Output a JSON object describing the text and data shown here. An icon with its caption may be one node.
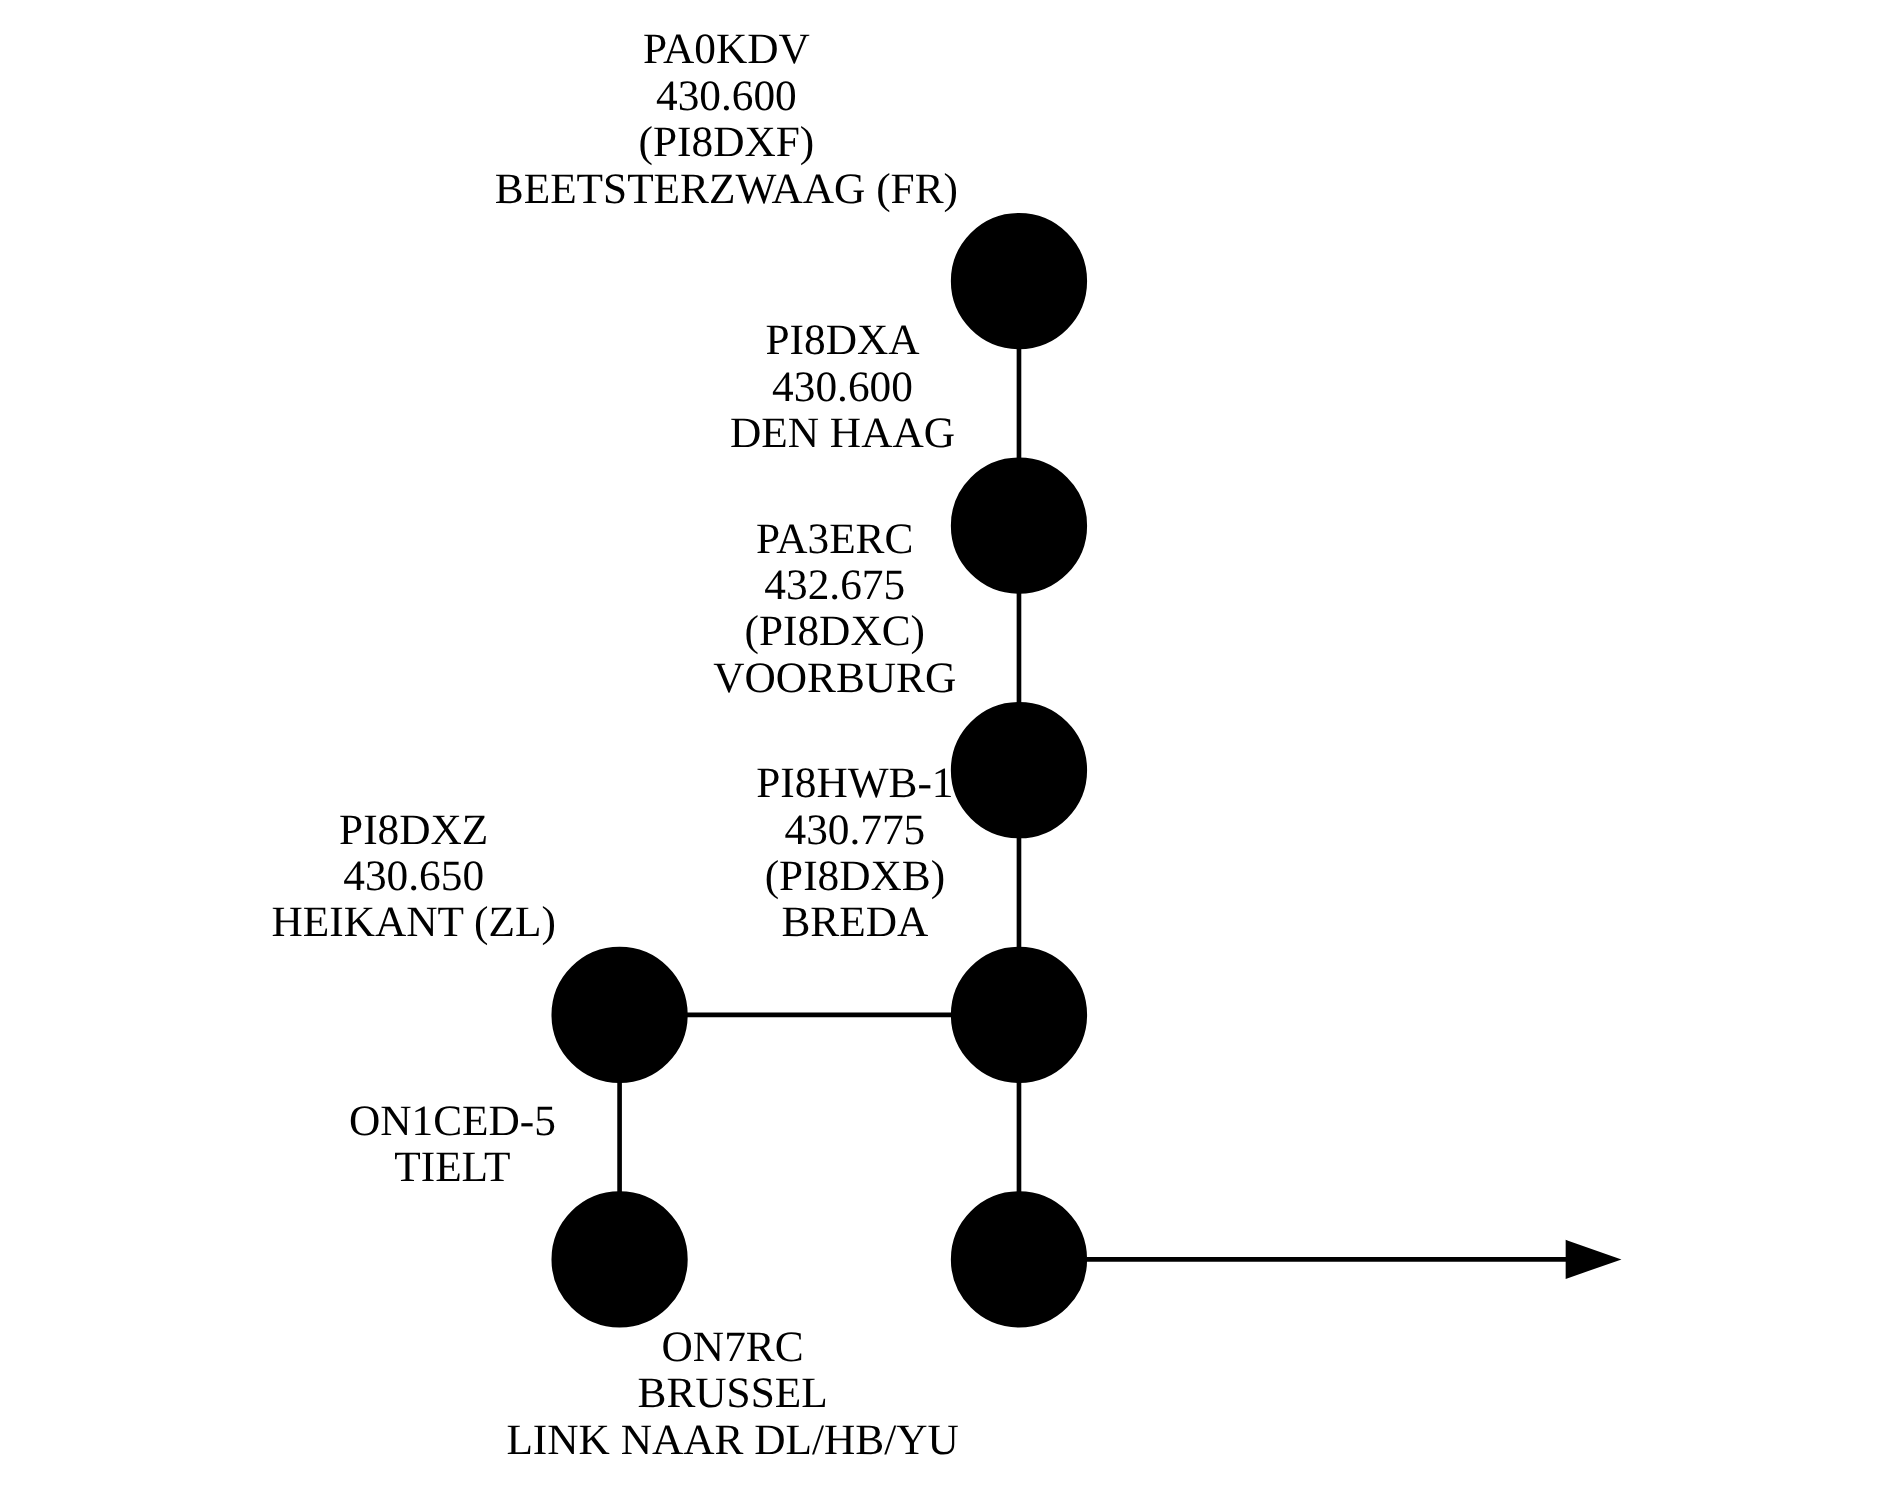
{
  "diagram": {
    "nodes": [
      {
        "text": [],
        "shape": "circle",
        "beside": [
          "PA0KDV",
          "430.600",
          "(PI8DXF)",
          "BEETSTERZWAAG (FR)"
        ]
      },
      {
        "text": [],
        "shape": "circle",
        "beside": [
          "PI8DXA",
          "430.600",
          "DEN HAAG"
        ]
      },
      {
        "text": [],
        "shape": "circle",
        "beside": [
          "PA3ERC",
          "432.675",
          "(PI8DXC)",
          "VOORBURG"
        ]
      },
      {
        "text": [],
        "shape": "circle",
        "beside": [
          "PI8DXZ",
          "430.650",
          "HEIKANT (ZL)"
        ]
      },
      {
        "text": [],
        "shape": "circle",
        "beside": [
          "PI8HWB-1",
          "430.775",
          "(PI8DXB)",
          "BREDA"
        ]
      },
      {
        "text": [],
        "shape": "circle",
        "beside": [
          "ON7RC",
          "BRUSSEL",
          "LINK NAAR DL/HB/YU"
        ]
      },
      {
        "text": [],
        "shape": "circle",
        "beside": [
          "ON1CED-5",
          "TIELT"
        ]
      }
    ],
    "edges": [
      {
        "from": 0,
        "to": 1,
        "arrow": "none"
      },
      {
        "from": 1,
        "to": 2,
        "arrow": "none"
      },
      {
        "from": 2,
        "to": 4,
        "arrow": "none"
      },
      {
        "from": 3,
        "to": 4,
        "arrow": "none"
      },
      {
        "from": 4,
        "to": 5,
        "arrow": "none"
      },
      {
        "from": 3,
        "to": 6,
        "arrow": "none"
      },
      {
        "from": 5,
        "to": null,
        "arrow": "to"
      }
    ]
  }
}
